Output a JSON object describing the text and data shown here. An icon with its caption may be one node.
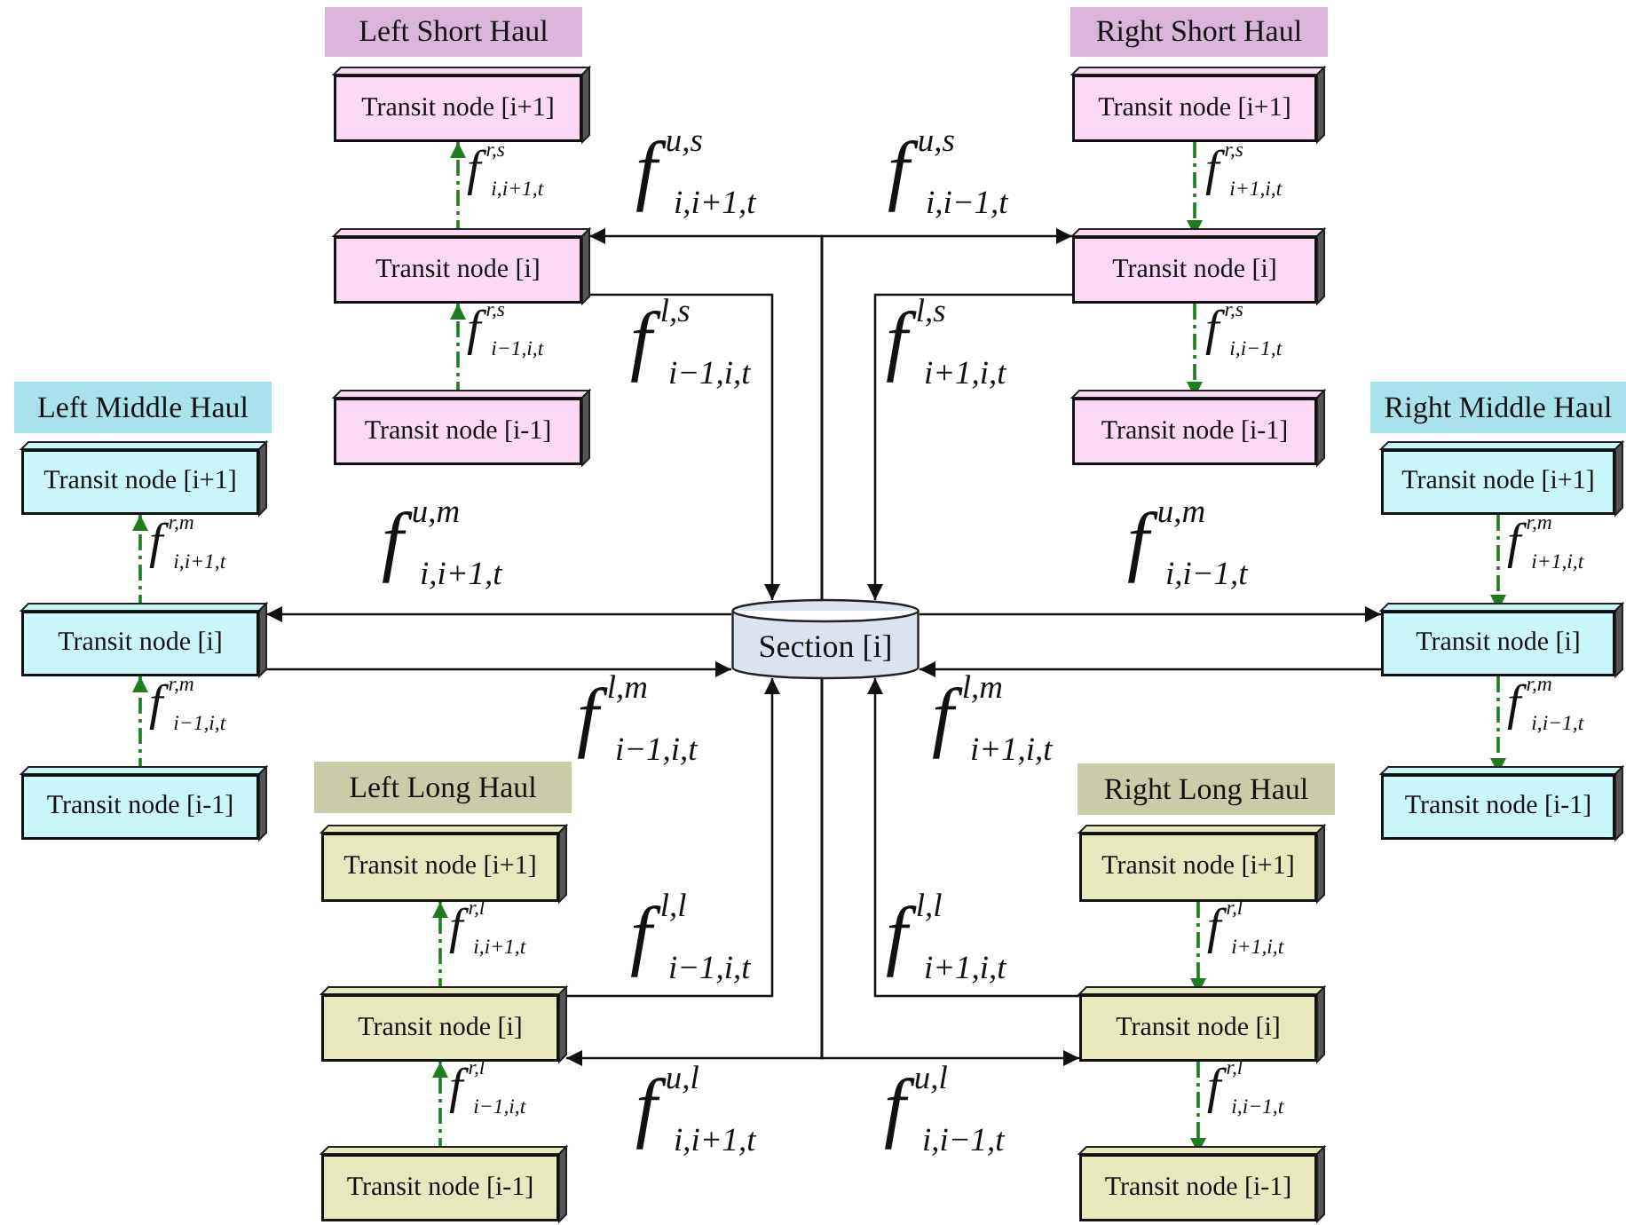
{
  "diagram": {
    "nodes": [
      {
        "text": [
          "Left Short Haul"
        ]
      },
      {
        "text": [
          "Transit node [i+1]"
        ]
      },
      {
        "text": [
          "Transit node [i]"
        ]
      },
      {
        "text": [
          "Transit node [i-1]"
        ]
      },
      {
        "text": [
          "Right Short Haul"
        ]
      },
      {
        "text": [
          "Transit node [i+1]"
        ]
      },
      {
        "text": [
          "Transit node [i]"
        ]
      },
      {
        "text": [
          "Transit node [i-1]"
        ]
      },
      {
        "text": [
          "Left Middle Haul"
        ]
      },
      {
        "text": [
          "Transit node [i+1]"
        ]
      },
      {
        "text": [
          "Transit node [i]"
        ]
      },
      {
        "text": [
          "Transit node [i-1]"
        ]
      },
      {
        "text": [
          "Right Middle Haul"
        ]
      },
      {
        "text": [
          "Transit node [i+1]"
        ]
      },
      {
        "text": [
          "Transit node [i]"
        ]
      },
      {
        "text": [
          "Transit node [i-1]"
        ]
      },
      {
        "text": [
          "Section [i]"
        ]
      },
      {
        "text": [
          "Left Long Haul"
        ]
      },
      {
        "text": [
          "Transit node [i+1]"
        ]
      },
      {
        "text": [
          "Transit node [i]"
        ]
      },
      {
        "text": [
          "Transit node [i-1]"
        ]
      },
      {
        "text": [
          "Right Long Haul"
        ]
      },
      {
        "text": [
          "Transit node [i+1]"
        ]
      },
      {
        "text": [
          "Transit node [i]"
        ]
      },
      {
        "text": [
          "Transit node [i-1]"
        ]
      }
    ],
    "edges": [
      {
        "from": 3,
        "to": 2,
        "arrow": "to",
        "label": "f$^{r,s}$$_{i−1,i,t}$",
        "style": "dashed",
        "color": "#1e7d1e"
      },
      {
        "from": 2,
        "to": 1,
        "arrow": "to",
        "label": "f$^{r,s}$$_{i,i+1,t}$",
        "style": "dashed",
        "color": "#1e7d1e"
      },
      {
        "from": 5,
        "to": 6,
        "arrow": "to",
        "label": "f$^{r,s}$$_{i+1,i,t}$",
        "style": "dashed",
        "color": "#1e7d1e"
      },
      {
        "from": 6,
        "to": 7,
        "arrow": "to",
        "label": "f$^{r,s}$$_{i,i−1,t}$",
        "style": "dashed",
        "color": "#1e7d1e"
      },
      {
        "from": 11,
        "to": 10,
        "arrow": "to",
        "label": "f$^{r,m}$$_{i−1,i,t}$",
        "style": "dashed",
        "color": "#1e7d1e"
      },
      {
        "from": 10,
        "to": 9,
        "arrow": "to",
        "label": "f$^{r,m}$$_{i,i+1,t}$",
        "style": "dashed",
        "color": "#1e7d1e"
      },
      {
        "from": 13,
        "to": 14,
        "arrow": "to",
        "label": "f$^{r,m}$$_{i+1,i,t}$",
        "style": "dashed",
        "color": "#1e7d1e"
      },
      {
        "from": 14,
        "to": 15,
        "arrow": "to",
        "label": "f$^{r,m}$$_{i,i−1,t}$",
        "style": "dashed",
        "color": "#1e7d1e"
      },
      {
        "from": 20,
        "to": 19,
        "arrow": "to",
        "label": "f$^{r,l}$$_{i−1,i,t}$",
        "style": "dashed",
        "color": "#1e7d1e"
      },
      {
        "from": 19,
        "to": 18,
        "arrow": "to",
        "label": "f$^{r,l}$$_{i,i+1,t}$",
        "style": "dashed",
        "color": "#1e7d1e"
      },
      {
        "from": 22,
        "to": 23,
        "arrow": "to",
        "label": "f$^{r,l}$$_{i+1,i,t}$",
        "style": "dashed",
        "color": "#1e7d1e"
      },
      {
        "from": 23,
        "to": 24,
        "arrow": "to",
        "label": "f$^{r,l}$$_{i,i−1,t}$",
        "style": "dashed",
        "color": "#1e7d1e"
      },
      {
        "from": 16,
        "to": 2,
        "arrow": "to",
        "label": "f$^{u,s}$$_{i,i+1,t}$",
        "color": "#111111"
      },
      {
        "from": 16,
        "to": 6,
        "arrow": "to",
        "label": "f$^{u,s}$$_{i,i−1,t}$",
        "color": "#111111"
      },
      {
        "from": 2,
        "to": 16,
        "arrow": "to",
        "label": "f$^{l,s}$$_{i−1,i,t}$",
        "color": "#111111"
      },
      {
        "from": 6,
        "to": 16,
        "arrow": "to",
        "label": "f$^{l,s}$$_{i+1,i,t}$",
        "color": "#111111"
      },
      {
        "from": 16,
        "to": 10,
        "arrow": "to",
        "label": "f$^{u,m}$$_{i,i+1,t}$",
        "color": "#111111"
      },
      {
        "from": 10,
        "to": 16,
        "arrow": "to",
        "label": "f$^{l,m}$$_{i−1,i,t}$",
        "color": "#111111"
      },
      {
        "from": 16,
        "to": 14,
        "arrow": "to",
        "label": "f$^{u,m}$$_{i,i−1,t}$",
        "color": "#111111"
      },
      {
        "from": 14,
        "to": 16,
        "arrow": "to",
        "label": "f$^{l,m}$$_{i+1,i,t}$",
        "color": "#111111"
      },
      {
        "from": 19,
        "to": 16,
        "arrow": "to",
        "label": "f$^{l,l}$$_{i−1,i,t}$",
        "color": "#111111"
      },
      {
        "from": 23,
        "to": 16,
        "arrow": "to",
        "label": "f$^{l,l}$$_{i+1,i,t}$",
        "color": "#111111"
      },
      {
        "from": 16,
        "to": 19,
        "arrow": "to",
        "label": "f$^{u,l}$$_{i,i+1,t}$",
        "color": "#111111"
      },
      {
        "from": 16,
        "to": 23,
        "arrow": "to",
        "label": "f$^{u,l}$$_{i,i−1,t}$",
        "color": "#111111"
      }
    ]
  }
}
